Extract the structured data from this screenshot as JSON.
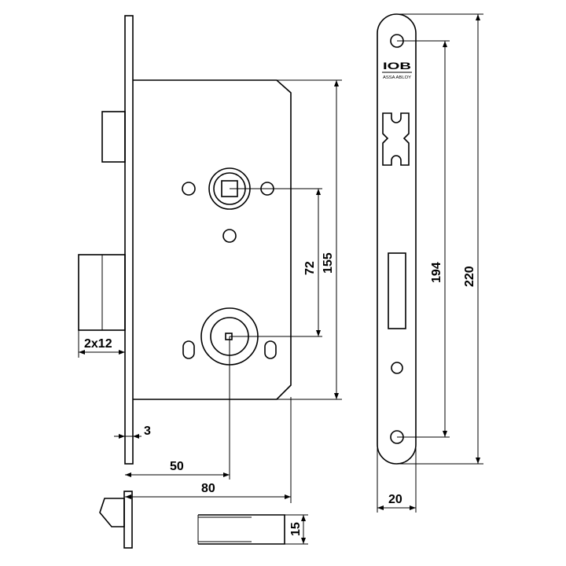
{
  "logo": {
    "brand": "IOB",
    "subline": "ASSA ABLOY"
  },
  "dimensions": {
    "bolt_size": "2x12",
    "faceplate_thickness": "3",
    "backset": "50",
    "case_depth": "80",
    "center_distance": "72",
    "case_height": "155",
    "screw_spacing": "194",
    "faceplate_height": "220",
    "faceplate_width": "20",
    "latch_thickness": "15"
  }
}
